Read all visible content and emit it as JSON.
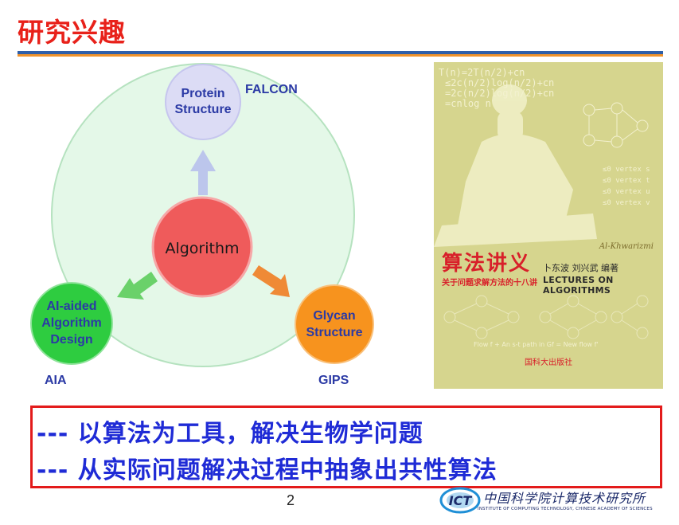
{
  "page": {
    "title": "研究兴趣",
    "page_number": "2"
  },
  "diagram": {
    "center": "Algorithm",
    "top_node": [
      "Protein",
      "Structure"
    ],
    "top_tag": "FALCON",
    "left_node": [
      "AI-aided",
      "Algorithm",
      "Design"
    ],
    "left_tag": "AIA",
    "right_node": [
      "Glycan",
      "Structure"
    ],
    "right_tag": "GIPS",
    "colors": {
      "big_circle_fill": "#e4f8e8",
      "big_circle_stroke": "#b5e2bf",
      "center_fill": "#ef5b5b",
      "top_fill": "#dcdcf5",
      "left_fill": "#2ecc40",
      "right_fill": "#f7931e",
      "node_text": "#2b3aa5",
      "tag_text": "#2b3aa5"
    },
    "icons": [
      "arrow-up-icon",
      "arrow-left-icon",
      "arrow-right-icon"
    ]
  },
  "book": {
    "formulas": [
      "T(n)=2T(n/2)+cn",
      "≤2c(n/2)log(n/2)+cn",
      "=2c(n/2)log(n/2)+cn",
      "=cnlog n"
    ],
    "vertex_lines": [
      "≤0 vertex s",
      "≤0 vertex t",
      "≤0 vertex u",
      "≤0 vertex v"
    ],
    "signature": "Al-Khwarizmi",
    "title_cn": "算法讲义",
    "subtitle_cn": "关于问题求解方法的十八讲",
    "authors": "卜东波   刘兴武   编著",
    "title_en": "LECTURES ON ALGORITHMS",
    "flow_caption": "Flow f   +   An s-t path in Gf   =   New flow f'",
    "publisher": "国科大出版社"
  },
  "bullets": [
    "---  以算法为工具，解决生物学问题",
    "---  从实际问题解决过程中抽象出共性算法"
  ],
  "institute": {
    "logo_text": "ICT",
    "name_cn": "中国科学院计算技术研究所",
    "name_en": "INSTITUTE OF COMPUTING TECHNOLOGY, CHINESE ACADEMY OF SCIENCES"
  }
}
